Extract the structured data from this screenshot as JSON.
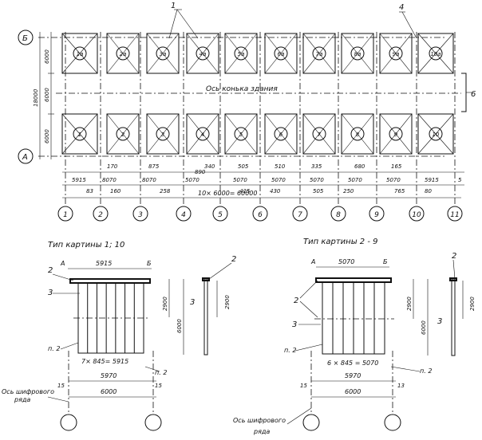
{
  "plan": {
    "axis_rows": [
      "Б",
      "А"
    ],
    "axis_cols": [
      "1",
      "2",
      "3",
      "4",
      "5",
      "6",
      "7",
      "8",
      "9",
      "10",
      "11"
    ],
    "panels_top": [
      "1а",
      "2а",
      "3а",
      "4а",
      "5а",
      "6а",
      "7а",
      "8а",
      "9а",
      "10а"
    ],
    "panels_bottom": [
      "1",
      "2",
      "3",
      "4",
      "5",
      "6",
      "7",
      "8",
      "9",
      "10"
    ],
    "ridge_label": "Ось конька здания",
    "callout_1": "1",
    "callout_4": "4",
    "callout_6": "6",
    "callout_5": "5",
    "dim_left_6000_top": "6000",
    "dim_left_6000_mid": "6000",
    "dim_left_6000_bot": "6000",
    "dim_left_total": "18000",
    "dims_row1": [
      "5915",
      "8070",
      "8070",
      "5070",
      "5070",
      "5070",
      "5070",
      "5070",
      "5070",
      "5915"
    ],
    "dims_row1_over": [
      "170",
      "875",
      "340",
      "505",
      "510",
      "335",
      "680",
      "165"
    ],
    "dims_row1_mid": [
      "890"
    ],
    "dims_row2": [
      "83",
      "160",
      "258",
      "425",
      "430",
      "505",
      "250",
      "765",
      "80"
    ],
    "total_dim": "10× 6000= 60000"
  },
  "detail_left": {
    "title": "Тип картины 1; 10",
    "axis_a": "А",
    "axis_b": "Б",
    "width_top": "5915",
    "callout_2": "2",
    "callout_3": "3",
    "callout_2b": "2",
    "callout_3b": "3",
    "h_2900": "2900",
    "h_6000": "6000",
    "h_2900b": "2900",
    "p2a": "п. 2",
    "p2b": "п. 2",
    "span_label": "7× 845= 5915",
    "dim_5970": "5970",
    "dim_15a": "15",
    "dim_15b": "15",
    "dim_6000": "6000",
    "axis_row_label_1": "Ось шифрового",
    "axis_row_label_2": "ряда"
  },
  "detail_right": {
    "title": "Тип картины 2 - 9",
    "axis_a": "А",
    "axis_b": "Б",
    "width_top": "5070",
    "callout_2": "2",
    "callout_3": "3",
    "callout_2b": "2",
    "callout_3b": "3",
    "h_2900": "2900",
    "h_6000": "6000",
    "h_2900b": "2900",
    "p2a": "п. 2",
    "p2b": "п. 2",
    "span_label": "6 × 845 = 5070",
    "dim_5970": "5970",
    "dim_15a": "15",
    "dim_15b": "13",
    "dim_6000": "6000",
    "axis_row_label_1": "Ось шифрового",
    "axis_row_label_2": "ряда"
  }
}
